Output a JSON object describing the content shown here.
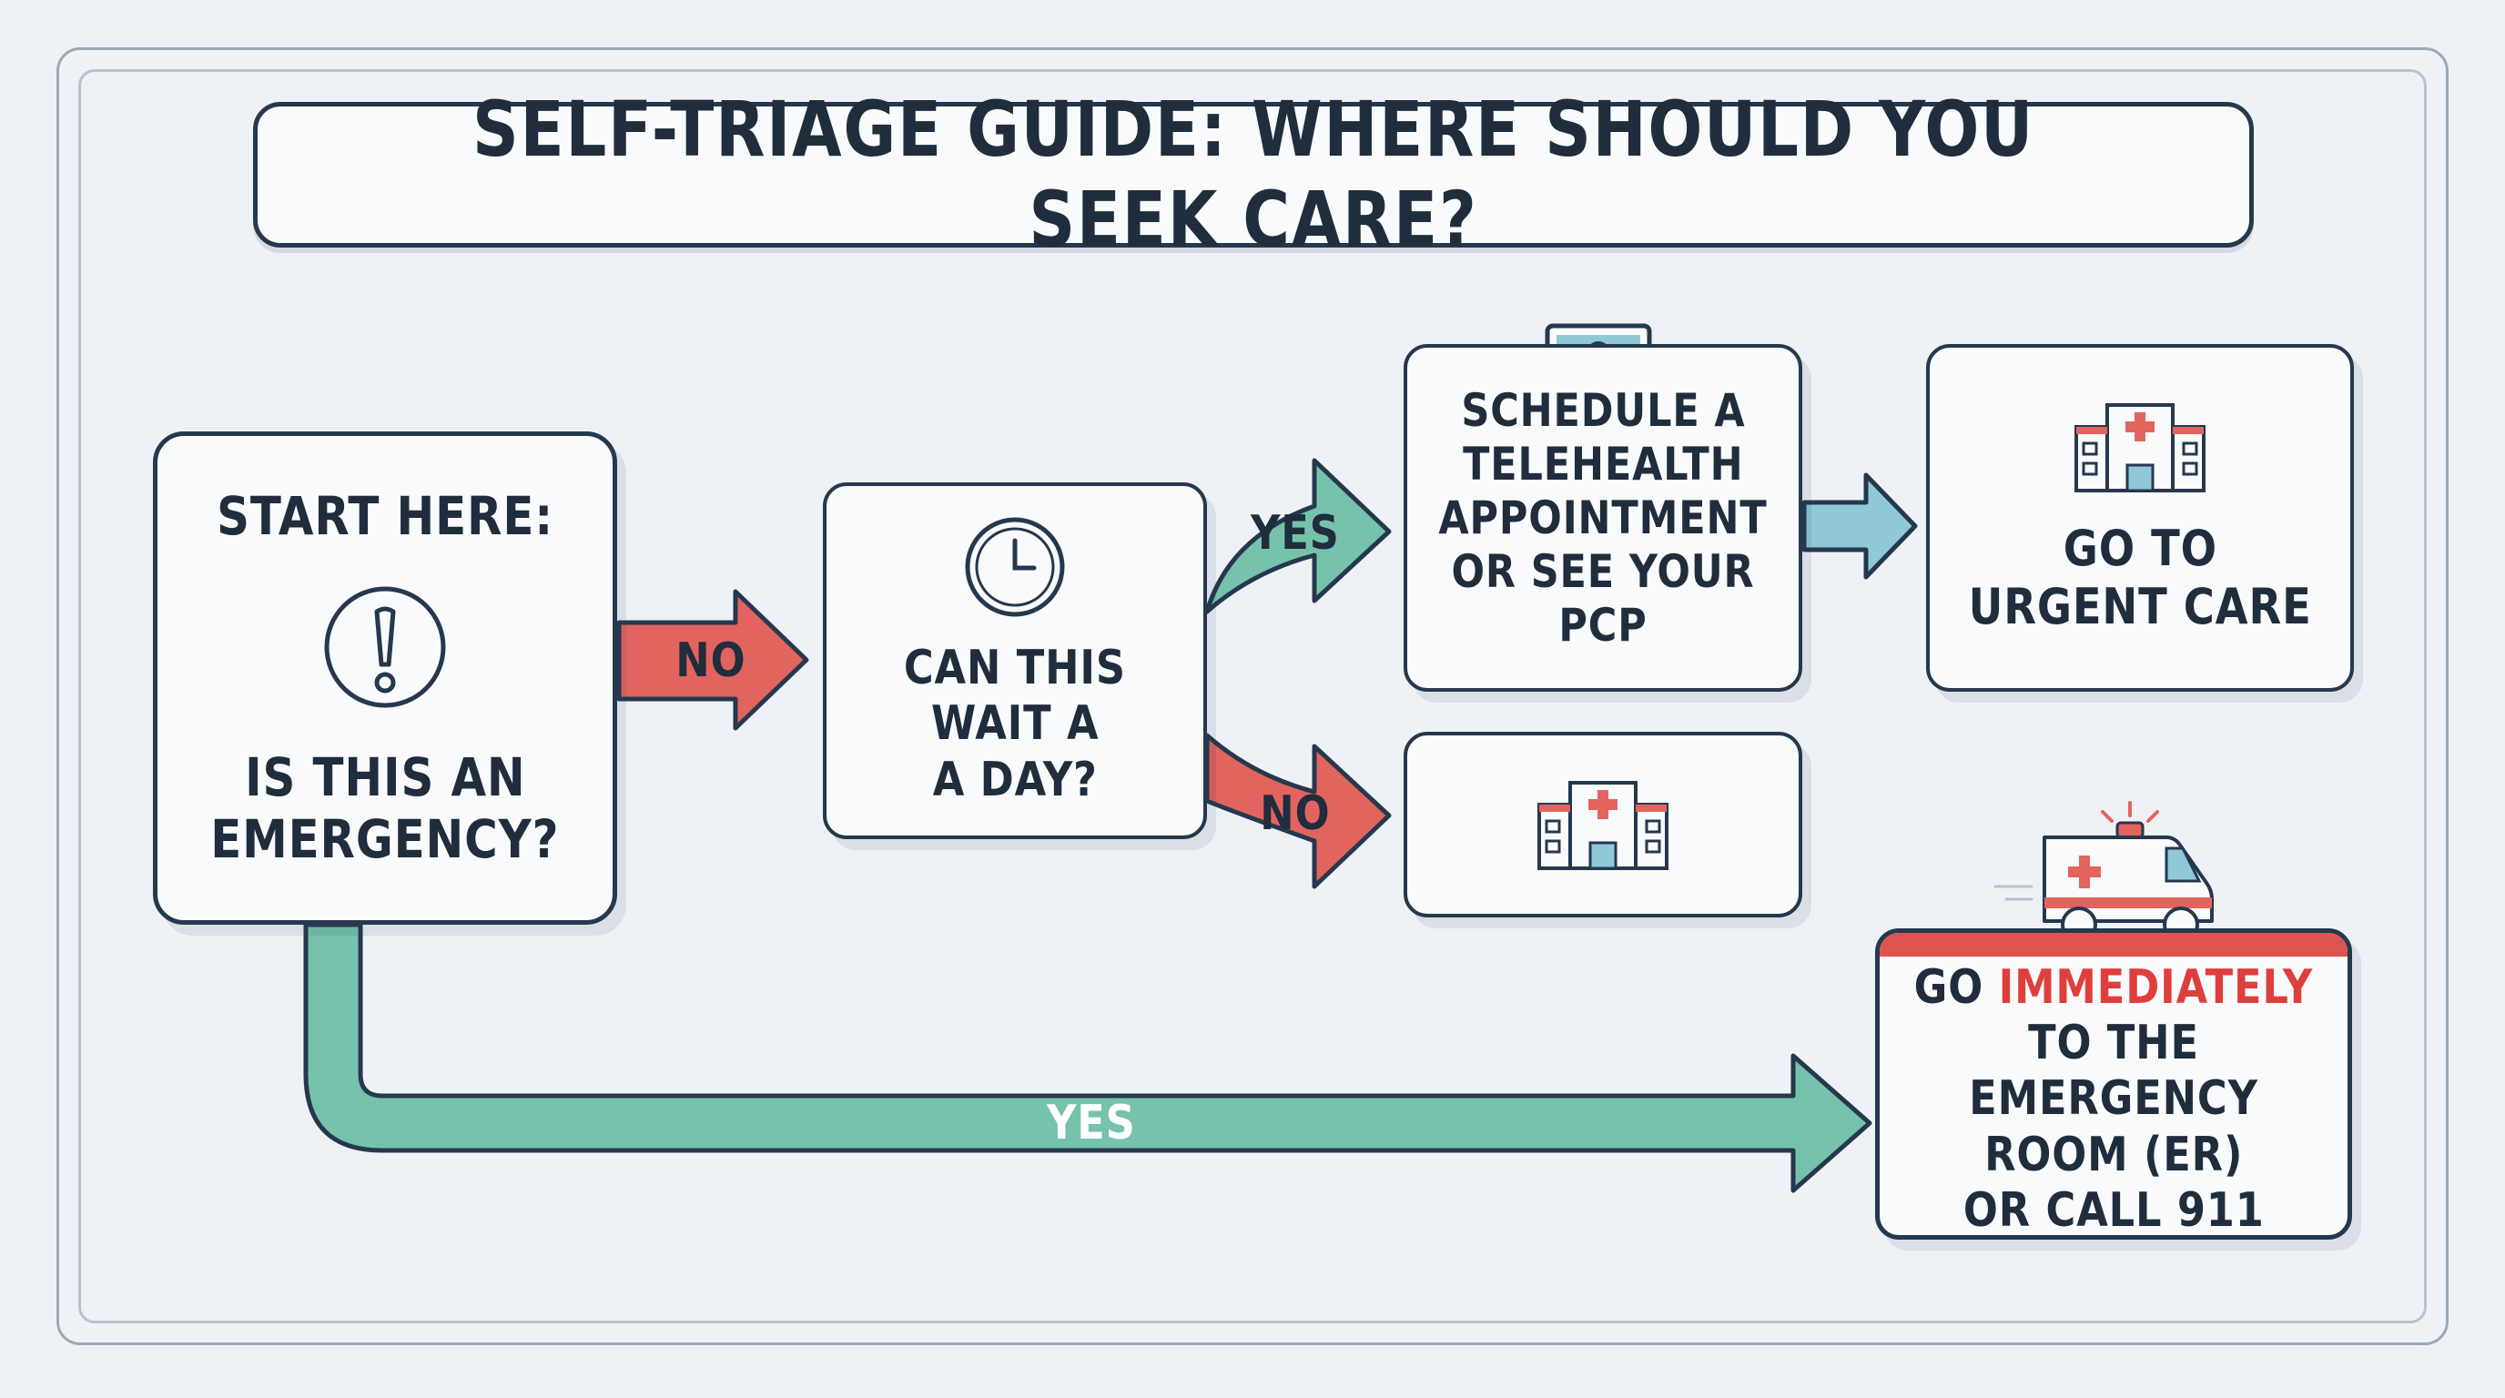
{
  "title": "SELF-TRIAGE GUIDE: WHERE SHOULD YOU SEEK CARE?",
  "start": {
    "line1": "START HERE:",
    "question_line1": "IS THIS AN",
    "question_line2": "EMERGENCY?"
  },
  "wait": {
    "line1": "CAN THIS",
    "line2": "WAIT A",
    "line3": "A DAY?"
  },
  "telehealth": {
    "line1": "SCHEDULE A",
    "line2": "TELEHEALTH",
    "line3": "APPOINTMENT",
    "line4": "OR SEE YOUR PCP"
  },
  "urgent": {
    "line1": "GO TO",
    "line2": "URGENT CARE"
  },
  "er": {
    "go": "GO",
    "immediately": "IMMEDIATELY",
    "line2": "TO THE EMERGENCY",
    "line3": "ROOM (ER)",
    "line4": "OR CALL 911"
  },
  "arrows": {
    "start_no": "NO",
    "start_yes": "YES",
    "wait_yes": "YES",
    "wait_no": "NO"
  },
  "icons": {
    "start": "exclamation-circle-icon",
    "wait": "clock-icon",
    "telehealth": "laptop-doctor-icon",
    "urgent": "hospital-building-icon",
    "hospital": "hospital-building-icon",
    "er": "ambulance-icon"
  },
  "colors": {
    "yes_green": "#76c2ad",
    "no_red": "#e2645e",
    "connector_blue": "#8fc9d5",
    "outline": "#26384d",
    "emergency_red": "#de3f3d"
  }
}
